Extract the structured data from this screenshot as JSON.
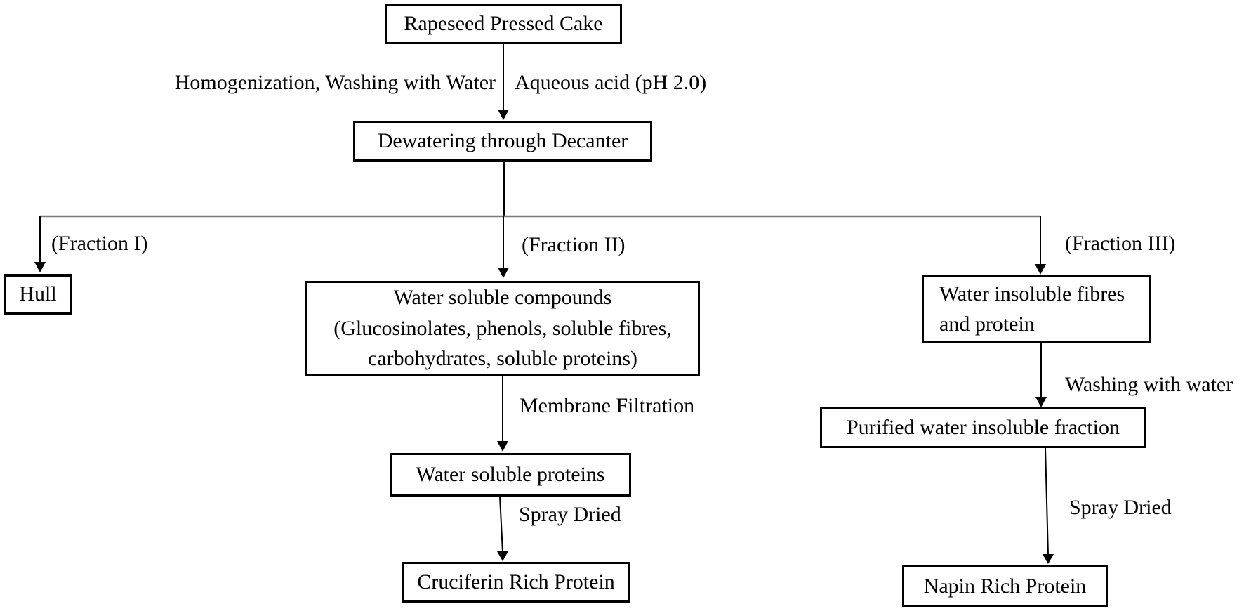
{
  "diagram": {
    "title": "Rapeseed pressed cake processing flowchart",
    "nodes": {
      "rapeseed": {
        "label": "Rapeseed Pressed Cake"
      },
      "dewatering": {
        "label": "Dewatering through Decanter"
      },
      "hull": {
        "label": "Hull"
      },
      "compounds": {
        "lines": [
          "Water soluble compounds",
          "(Glucosinolates, phenols, soluble fibres,",
          "carbohydrates, soluble proteins)"
        ]
      },
      "insoluble": {
        "lines": [
          "Water insoluble fibres",
          "and protein"
        ]
      },
      "proteins": {
        "label": "Water soluble proteins"
      },
      "purified": {
        "label": "Purified water insoluble fraction"
      },
      "cruciferin": {
        "label": "Cruciferin Rich Protein"
      },
      "napin": {
        "label": "Napin Rich Protein"
      }
    },
    "edge_labels": {
      "homogenization": "Homogenization, Washing with Water",
      "aqueous_acid": "Aqueous acid (pH 2.0)",
      "fraction_1": "(Fraction I)",
      "fraction_2": "(Fraction II)",
      "fraction_3": "(Fraction III)",
      "membrane_filtration": "Membrane Filtration",
      "washing_with_water": "Washing with water",
      "spray_dried_center": "Spray Dried",
      "spray_dried_right": "Spray Dried"
    },
    "colors": {
      "line": "#000000",
      "branch_line": "#7a7a7a",
      "box_border": "#000000",
      "text": "#000000",
      "background": "#ffffff"
    }
  }
}
